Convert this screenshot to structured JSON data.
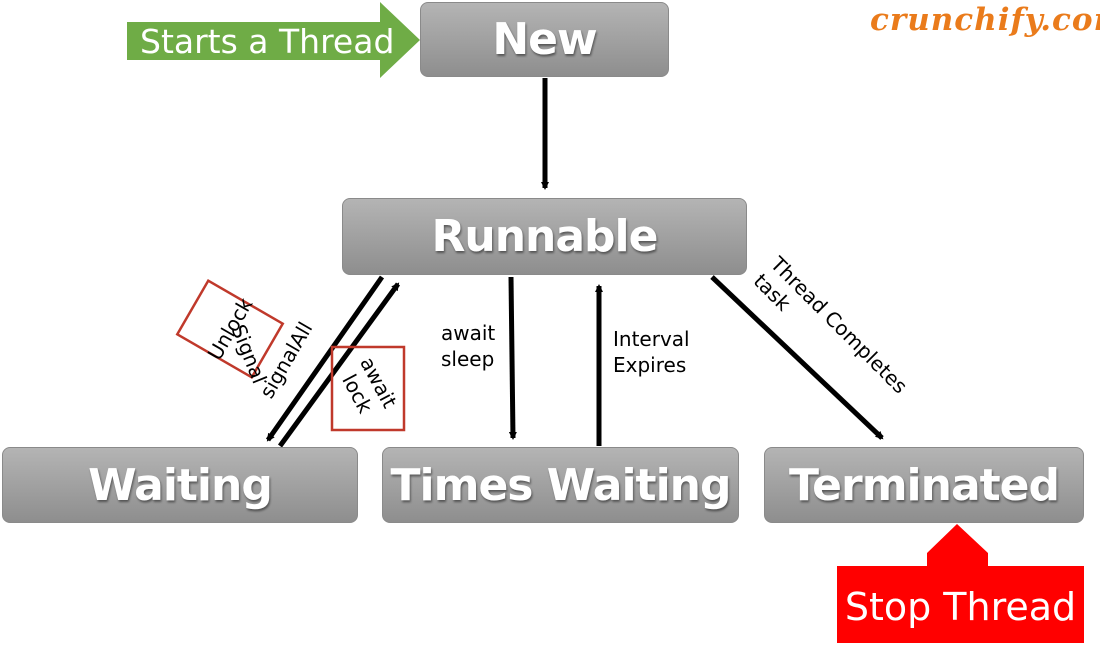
{
  "logo": {
    "text": "crunchify.com",
    "color": "#ea7b1b"
  },
  "states": {
    "new": "New",
    "runnable": "Runnable",
    "waiting": "Waiting",
    "timed_waiting": "Times Waiting",
    "terminated": "Terminated"
  },
  "callouts": {
    "start": {
      "text": "Starts a Thread",
      "color": "#6fac46"
    },
    "stop": {
      "text": "Stop Thread",
      "color": "#ff0000"
    }
  },
  "transitions": {
    "unlock": "Unlock",
    "signal": "Signal",
    "signal_all": "signalAll",
    "await_lock": "await\nlock",
    "await_sleep": "await\nsleep",
    "interval_expires": "Interval\nExpires",
    "thread_completes": "Thread Completes\ntask"
  },
  "colors": {
    "state_fill": "#9f9f9f",
    "arrow": "#000000",
    "highlight_box": "#c0392b"
  }
}
